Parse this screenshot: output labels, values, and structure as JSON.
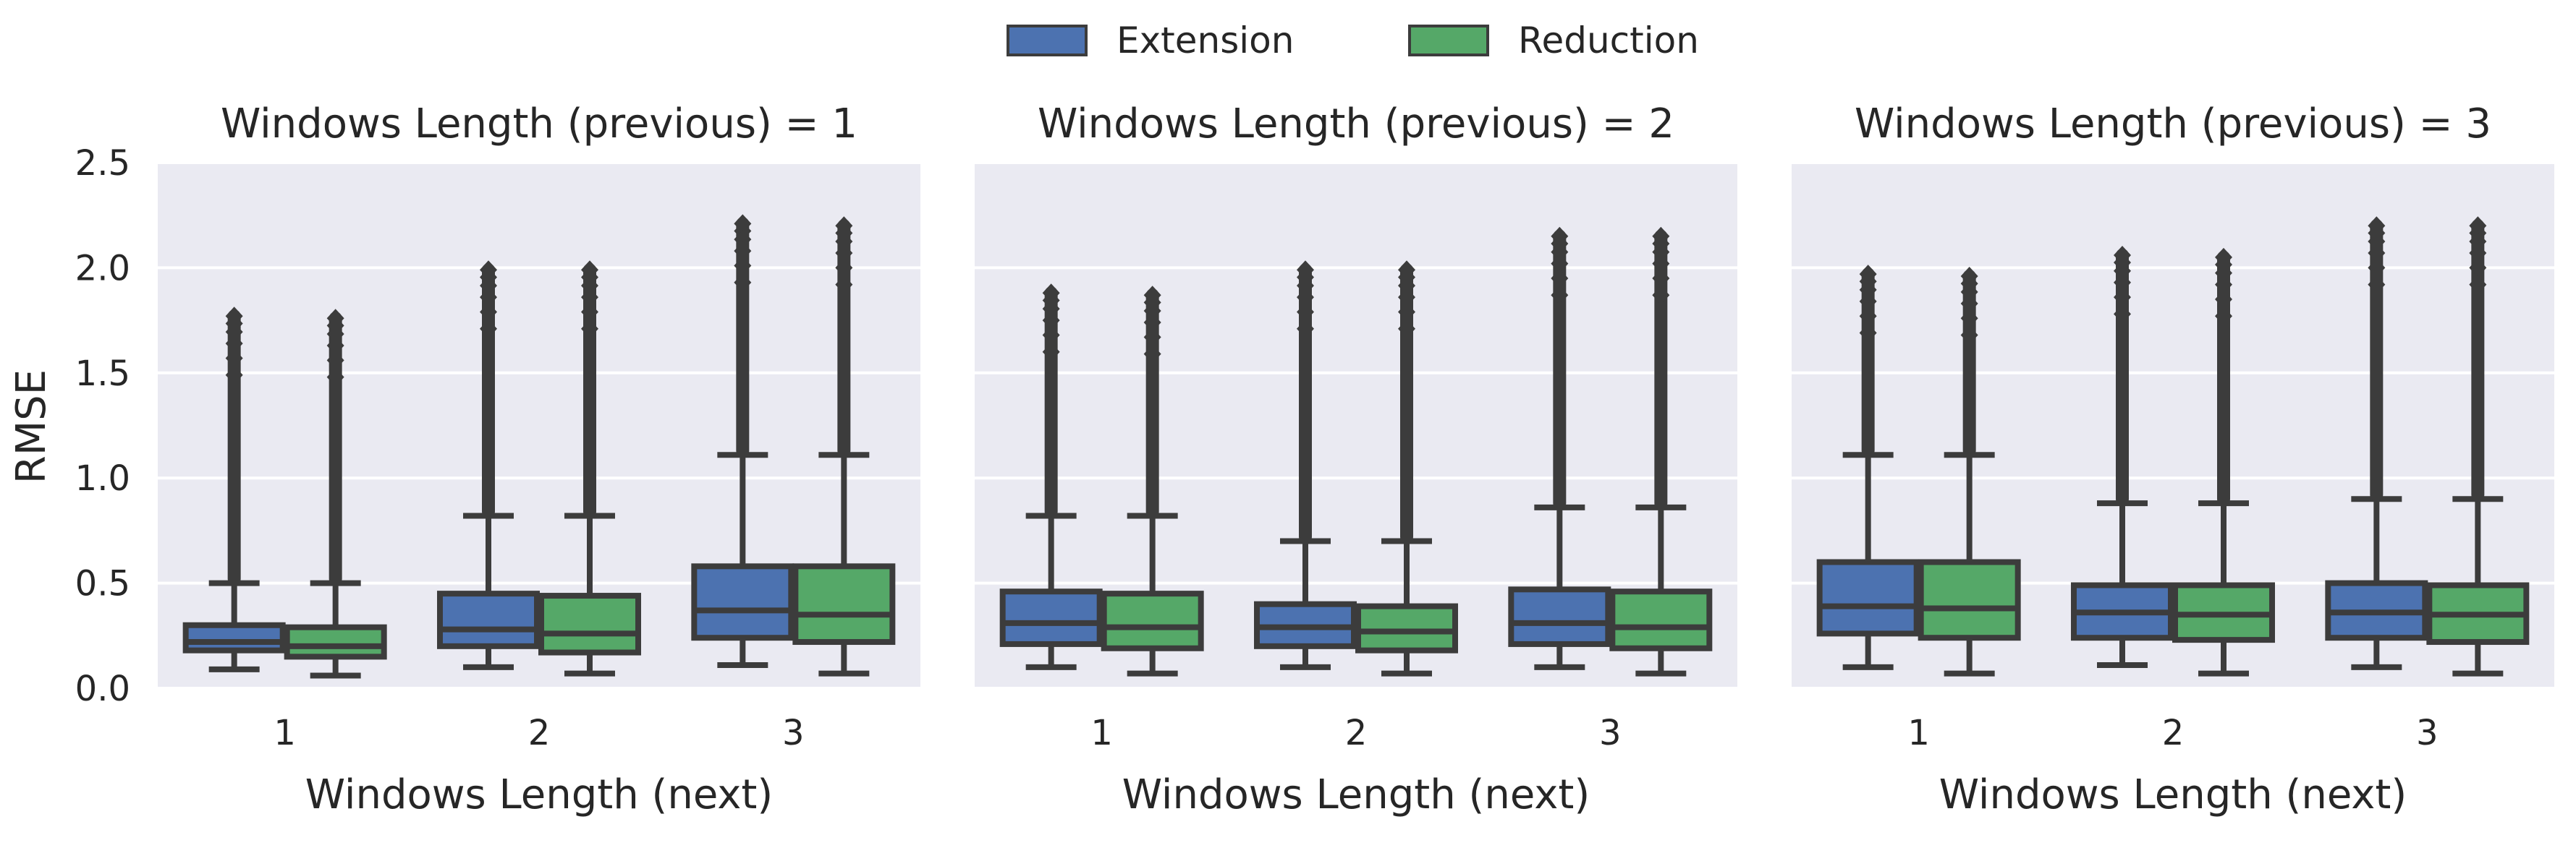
{
  "chart_data": {
    "type": "box",
    "legend": {
      "placement": "top-center",
      "entries": [
        {
          "name": "Extension",
          "color": "#4c72b0"
        },
        {
          "name": "Reduction",
          "color": "#55a868"
        }
      ]
    },
    "shared_ylabel": "RMSE",
    "ylim": [
      0,
      2.5
    ],
    "yticks": [
      "0.0",
      "0.5",
      "1.0",
      "1.5",
      "2.0",
      "2.5"
    ],
    "grid": true,
    "colors": {
      "panel_bg": "#eaeaf2",
      "grid": "#ffffff",
      "line": "#3c3c3c"
    },
    "panels": [
      {
        "title": "Windows Length (previous) = 1",
        "xlabel": "Windows Length (next)",
        "categories": [
          "1",
          "2",
          "3"
        ],
        "series": [
          {
            "name": "Extension",
            "boxes": [
              {
                "whislo": 0.09,
                "q1": 0.18,
                "med": 0.22,
                "q3": 0.3,
                "whishi": 0.5,
                "fliermin": 0.52,
                "fliermax": 1.77
              },
              {
                "whislo": 0.1,
                "q1": 0.2,
                "med": 0.28,
                "q3": 0.45,
                "whishi": 0.82,
                "fliermin": 0.84,
                "fliermax": 1.99
              },
              {
                "whislo": 0.11,
                "q1": 0.24,
                "med": 0.37,
                "q3": 0.58,
                "whishi": 1.11,
                "fliermin": 1.13,
                "fliermax": 2.21
              }
            ]
          },
          {
            "name": "Reduction",
            "boxes": [
              {
                "whislo": 0.06,
                "q1": 0.15,
                "med": 0.2,
                "q3": 0.29,
                "whishi": 0.5,
                "fliermin": 0.52,
                "fliermax": 1.76
              },
              {
                "whislo": 0.07,
                "q1": 0.17,
                "med": 0.26,
                "q3": 0.44,
                "whishi": 0.82,
                "fliermin": 0.84,
                "fliermax": 1.99
              },
              {
                "whislo": 0.07,
                "q1": 0.22,
                "med": 0.35,
                "q3": 0.58,
                "whishi": 1.11,
                "fliermin": 1.13,
                "fliermax": 2.2
              }
            ]
          }
        ]
      },
      {
        "title": "Windows Length (previous) = 2",
        "xlabel": "Windows Length (next)",
        "categories": [
          "1",
          "2",
          "3"
        ],
        "series": [
          {
            "name": "Extension",
            "boxes": [
              {
                "whislo": 0.1,
                "q1": 0.21,
                "med": 0.31,
                "q3": 0.46,
                "whishi": 0.82,
                "fliermin": 0.84,
                "fliermax": 1.88
              },
              {
                "whislo": 0.1,
                "q1": 0.2,
                "med": 0.29,
                "q3": 0.4,
                "whishi": 0.7,
                "fliermin": 0.72,
                "fliermax": 1.99
              },
              {
                "whislo": 0.1,
                "q1": 0.21,
                "med": 0.31,
                "q3": 0.47,
                "whishi": 0.86,
                "fliermin": 0.88,
                "fliermax": 2.15
              }
            ]
          },
          {
            "name": "Reduction",
            "boxes": [
              {
                "whislo": 0.07,
                "q1": 0.19,
                "med": 0.29,
                "q3": 0.45,
                "whishi": 0.82,
                "fliermin": 0.84,
                "fliermax": 1.87
              },
              {
                "whislo": 0.07,
                "q1": 0.18,
                "med": 0.27,
                "q3": 0.39,
                "whishi": 0.7,
                "fliermin": 0.72,
                "fliermax": 1.99
              },
              {
                "whislo": 0.07,
                "q1": 0.19,
                "med": 0.29,
                "q3": 0.46,
                "whishi": 0.86,
                "fliermin": 0.88,
                "fliermax": 2.15
              }
            ]
          }
        ]
      },
      {
        "title": "Windows Length (previous) = 3",
        "xlabel": "Windows Length (next)",
        "categories": [
          "1",
          "2",
          "3"
        ],
        "series": [
          {
            "name": "Extension",
            "boxes": [
              {
                "whislo": 0.1,
                "q1": 0.26,
                "med": 0.39,
                "q3": 0.6,
                "whishi": 1.11,
                "fliermin": 1.13,
                "fliermax": 1.97
              },
              {
                "whislo": 0.11,
                "q1": 0.24,
                "med": 0.36,
                "q3": 0.49,
                "whishi": 0.88,
                "fliermin": 0.9,
                "fliermax": 2.06
              },
              {
                "whislo": 0.1,
                "q1": 0.24,
                "med": 0.36,
                "q3": 0.5,
                "whishi": 0.9,
                "fliermin": 0.92,
                "fliermax": 2.2
              }
            ]
          },
          {
            "name": "Reduction",
            "boxes": [
              {
                "whislo": 0.07,
                "q1": 0.24,
                "med": 0.38,
                "q3": 0.6,
                "whishi": 1.11,
                "fliermin": 1.13,
                "fliermax": 1.96
              },
              {
                "whislo": 0.07,
                "q1": 0.23,
                "med": 0.35,
                "q3": 0.49,
                "whishi": 0.88,
                "fliermin": 0.9,
                "fliermax": 2.05
              },
              {
                "whislo": 0.07,
                "q1": 0.22,
                "med": 0.35,
                "q3": 0.49,
                "whishi": 0.9,
                "fliermin": 0.92,
                "fliermax": 2.2
              }
            ]
          }
        ]
      }
    ]
  }
}
